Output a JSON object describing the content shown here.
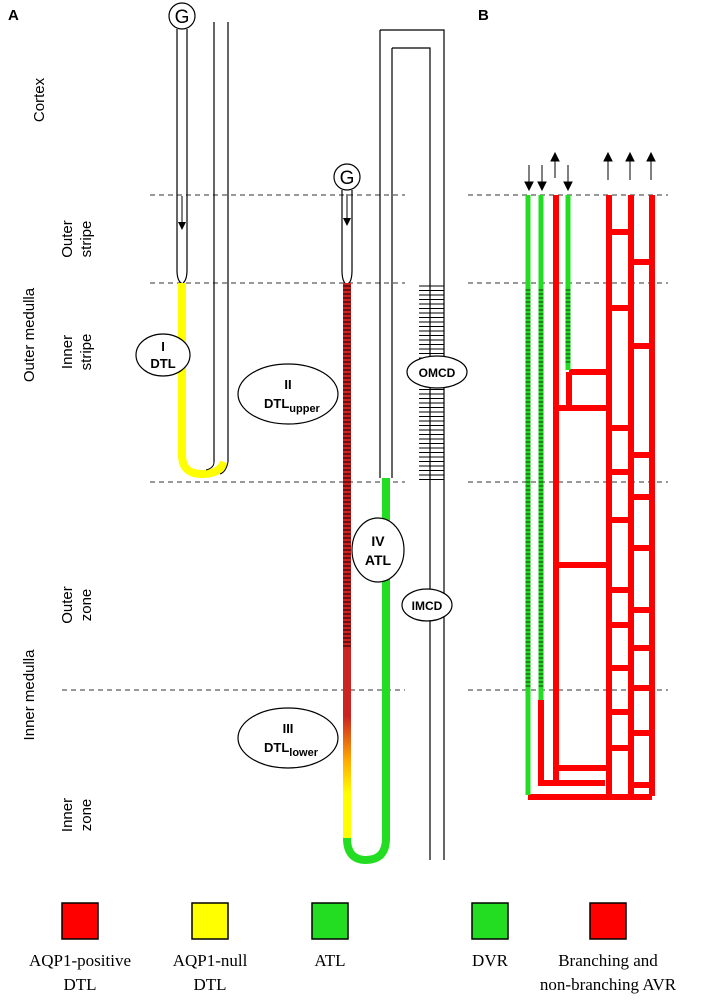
{
  "panels": {
    "a": "A",
    "b": "B"
  },
  "regions": {
    "cortex": "Cortex",
    "outer_medulla": "Outer medulla",
    "outer_stripe": [
      "Outer",
      "stripe"
    ],
    "inner_stripe": [
      "Inner",
      "stripe"
    ],
    "inner_medulla": "Inner medulla",
    "outer_zone": [
      "Outer",
      "zone"
    ],
    "inner_zone": [
      "Inner",
      "zone"
    ]
  },
  "glomerulus": "G",
  "segments": {
    "s1_num": "I",
    "s1_name": "DTL",
    "s2_num": "II",
    "s2_name": "DTL",
    "s2_sub": "upper",
    "s3_num": "III",
    "s3_name": "DTL",
    "s3_sub": "lower",
    "s4_num": "IV",
    "s4_name": "ATL"
  },
  "ducts": {
    "omcd": "OMCD",
    "imcd": "IMCD"
  },
  "colors": {
    "aqp1_positive": "#ff0000",
    "aqp1_null": "#ffff00",
    "atl": "#22dd22",
    "dvr": "#22dd22",
    "avr": "#ff0000"
  },
  "legend": [
    {
      "color": "#ff0000",
      "line1": "AQP1-positive",
      "line2": "DTL"
    },
    {
      "color": "#ffff00",
      "line1": "AQP1-null",
      "line2": "DTL"
    },
    {
      "color": "#22dd22",
      "line1": "ATL",
      "line2": ""
    },
    {
      "color": "#22dd22",
      "line1": "DVR",
      "line2": ""
    },
    {
      "color": "#ff0000",
      "line1": "Branching and",
      "line2": "non-branching AVR"
    }
  ]
}
